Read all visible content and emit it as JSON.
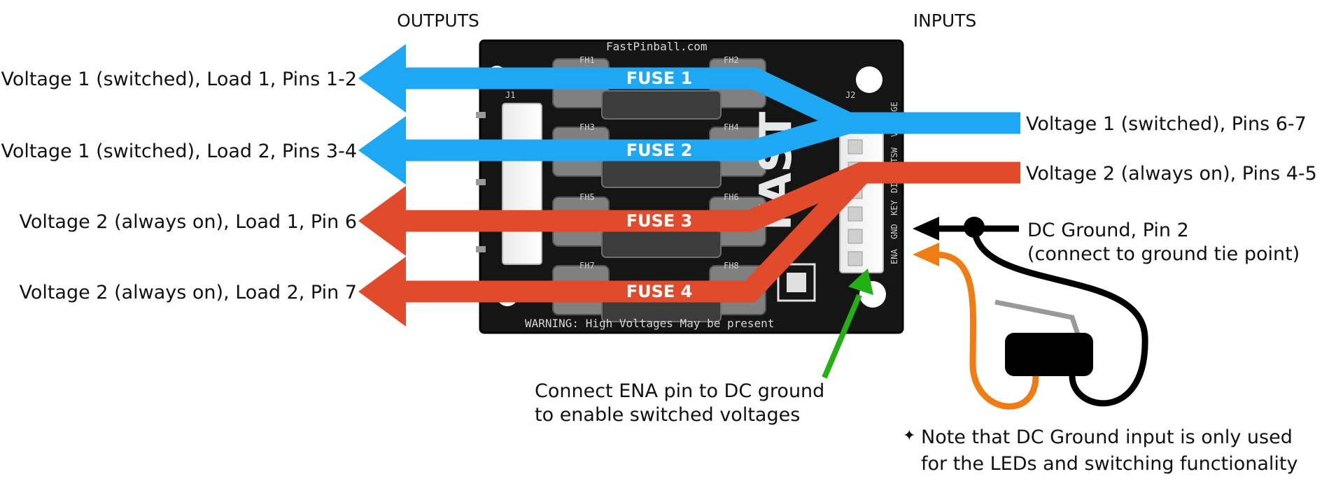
{
  "headers": {
    "outputs": "OUTPUTS",
    "inputs": "INPUTS"
  },
  "outputs": [
    {
      "label": "Voltage 1 (switched), Load 1, Pins 1-2",
      "color": "#1ea7f2"
    },
    {
      "label": "Voltage 1 (switched), Load 2, Pins 3-4",
      "color": "#1ea7f2"
    },
    {
      "label": "Voltage 2 (always on), Load 1, Pin 6",
      "color": "#e24a2c"
    },
    {
      "label": "Voltage 2 (always on), Load 2, Pin 7",
      "color": "#e24a2c"
    }
  ],
  "fuses": [
    "FUSE 1",
    "FUSE 2",
    "FUSE 3",
    "FUSE 4"
  ],
  "inputs": {
    "voltage1": "Voltage 1 (switched), Pins 6-7",
    "voltage2": "Voltage 2 (always on), Pins 4-5",
    "ground_line1": "DC Ground, Pin 2",
    "ground_line2": "(connect to ground tie point)"
  },
  "ena_note": {
    "line1": "Connect ENA pin to DC ground",
    "line2": "to enable switched voltages"
  },
  "footnote": {
    "marker": "✦",
    "line1": "Note that DC Ground input is only used",
    "line2": "for the LEDs and switching functionality"
  },
  "board": {
    "brand_url": "FastPinball.com",
    "warning": "WARNING:  High Voltages May be present",
    "logo": "FAST",
    "fuse_holder_labels": [
      "FH1",
      "FH2",
      "FH3",
      "FH4",
      "FH5",
      "FH6",
      "FH7",
      "FH8"
    ],
    "connector_labels": [
      "J1",
      "J2"
    ],
    "pin_labels": [
      "GND",
      "ENA",
      "KEY",
      "DIR",
      "STSW",
      "VOLTAGE"
    ]
  },
  "colors": {
    "voltage1": "#1ea7f2",
    "voltage2": "#e24a2c",
    "ground": "#000000",
    "ena_wire": "#f07c14",
    "ena_arrow": "#22b014",
    "board": "#151515"
  }
}
